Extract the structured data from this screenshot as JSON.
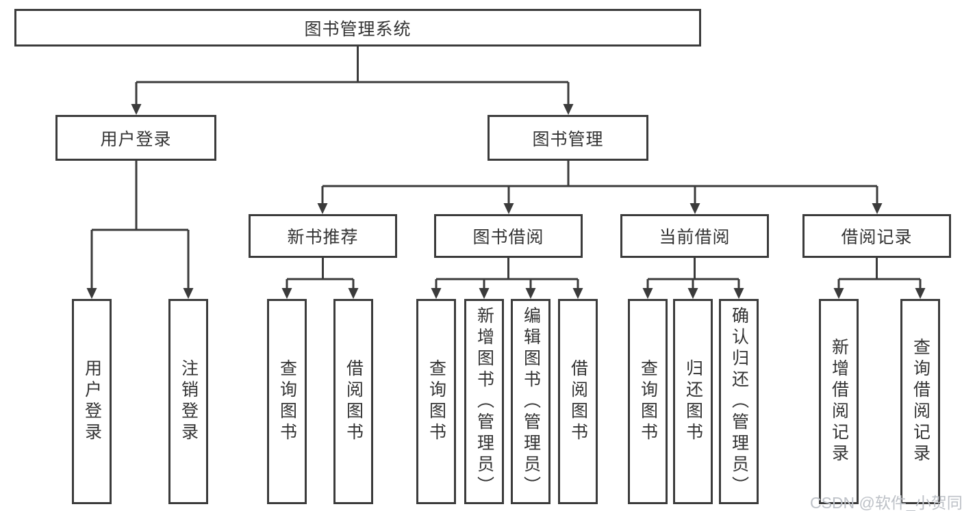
{
  "colors": {
    "line": "#3b3b3b",
    "text": "#333333",
    "box_background": "#ffffff",
    "watermark": "#bdc1c7"
  },
  "diagram": {
    "type": "hierarchy-tree",
    "root": {
      "label": "图书管理系统"
    },
    "branches": [
      {
        "label": "用户登录",
        "children": [
          {
            "label": "用户登录"
          },
          {
            "label": "注销登录"
          }
        ]
      },
      {
        "label": "图书管理",
        "children": [
          {
            "label": "新书推荐",
            "children": [
              {
                "label": "查询图书"
              },
              {
                "label": "借阅图书"
              }
            ]
          },
          {
            "label": "图书借阅",
            "children": [
              {
                "label": "查询图书"
              },
              {
                "label": "新增图书（管理员）"
              },
              {
                "label": "编辑图书（管理员）"
              },
              {
                "label": "借阅图书"
              }
            ]
          },
          {
            "label": "当前借阅",
            "children": [
              {
                "label": "查询图书"
              },
              {
                "label": "归还图书"
              },
              {
                "label": "确认归还（管理员）"
              }
            ]
          },
          {
            "label": "借阅记录",
            "children": [
              {
                "label": "新增借阅记录"
              },
              {
                "label": "查询借阅记录"
              }
            ]
          }
        ]
      }
    ]
  },
  "watermark": {
    "text": "CSDN @软件_小贺同学"
  }
}
